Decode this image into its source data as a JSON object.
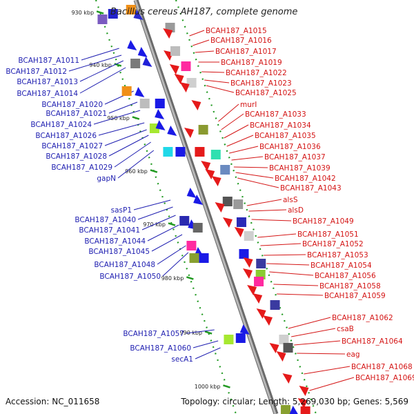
{
  "title": "Bacillus cereus AH187, complete genome",
  "footer": {
    "accession": "Accession: NC_011658",
    "summary": "Topology: circular; Length: 5,269,030 bp; Genes: 5,569"
  },
  "ruler": [
    "930 kbp",
    "940 kbp",
    "950 kbp",
    "960 kbp",
    "970 kbp",
    "980 kbp",
    "990 kbp",
    "1000 kbp"
  ],
  "labels_left": [
    "BCAH187_A1011",
    "BCAH187_A1012",
    "BCAH187_A1013",
    "BCAH187_A1014",
    "BCAH187_A1020",
    "BCAH187_A1021",
    "BCAH187_A1024",
    "BCAH187_A1026",
    "BCAH187_A1027",
    "BCAH187_A1028",
    "BCAH187_A1029",
    "gapN",
    "sasP1",
    "BCAH187_A1040",
    "BCAH187_A1041",
    "BCAH187_A1044",
    "BCAH187_A1045",
    "BCAH187_A1048",
    "BCAH187_A1050",
    "BCAH187_A1057",
    "BCAH187_A1060",
    "secA1"
  ],
  "labels_right": [
    "BCAH187_A1015",
    "BCAH187_A1016",
    "BCAH187_A1017",
    "BCAH187_A1019",
    "BCAH187_A1022",
    "BCAH187_A1023",
    "BCAH187_A1025",
    "murI",
    "BCAH187_A1033",
    "BCAH187_A1034",
    "BCAH187_A1035",
    "BCAH187_A1036",
    "BCAH187_A1037",
    "BCAH187_A1039",
    "BCAH187_A1042",
    "BCAH187_A1043",
    "alsS",
    "alsD",
    "BCAH187_A1049",
    "BCAH187_A1051",
    "BCAH187_A1052",
    "BCAH187_A1053",
    "BCAH187_A1054",
    "BCAH187_A1056",
    "BCAH187_A1058",
    "BCAH187_A1059",
    "BCAH187_A1062",
    "csaB",
    "BCAH187_A1064",
    "eag",
    "BCAH187_A1068",
    "BCAH187_A1069"
  ],
  "colors": {
    "forward_strand": "#e8141b",
    "reverse_strand": "#1a1ae6",
    "backbone": "#a0a0a0",
    "left_label": "#1d1db0",
    "right_label": "#d41414",
    "ruler_tick": "#229a22"
  }
}
